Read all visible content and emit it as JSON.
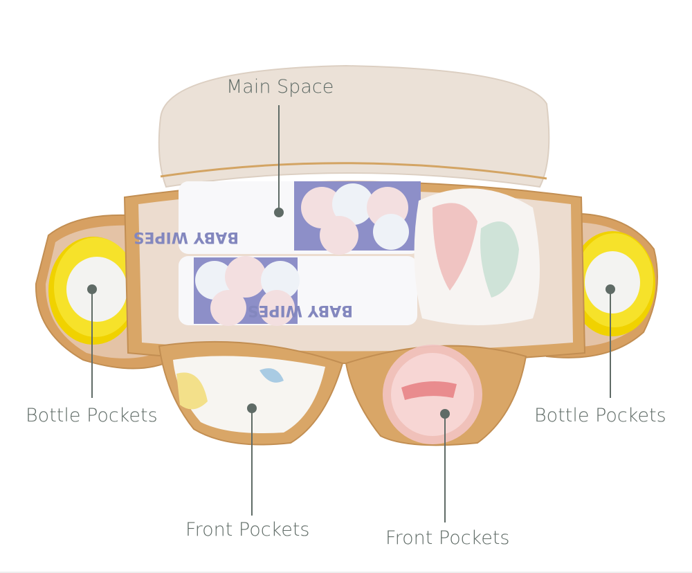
{
  "product": {
    "description": "Stroller organizer bag, open top view with contents",
    "colors": {
      "bag_body": "#d9a667",
      "lining": "#efe2d8",
      "flap": "#ebe2d9",
      "strap": "#8a8c8c",
      "bottle_cap": "#f3dc1c",
      "bottle_center": "#f2f2f0",
      "callout": "#5f6b66"
    },
    "items": {
      "wipes_top_text": "BABY WIPES",
      "wipes_bottom_text": "BABY WIPES"
    }
  },
  "callouts": [
    {
      "id": "main-space",
      "label": "Main Space"
    },
    {
      "id": "bottle-pockets-left",
      "label": "Bottle Pockets"
    },
    {
      "id": "bottle-pockets-right",
      "label": "Bottle Pockets"
    },
    {
      "id": "front-pockets-left",
      "label": "Front Pockets"
    },
    {
      "id": "front-pockets-right",
      "label": "Front Pockets"
    }
  ]
}
